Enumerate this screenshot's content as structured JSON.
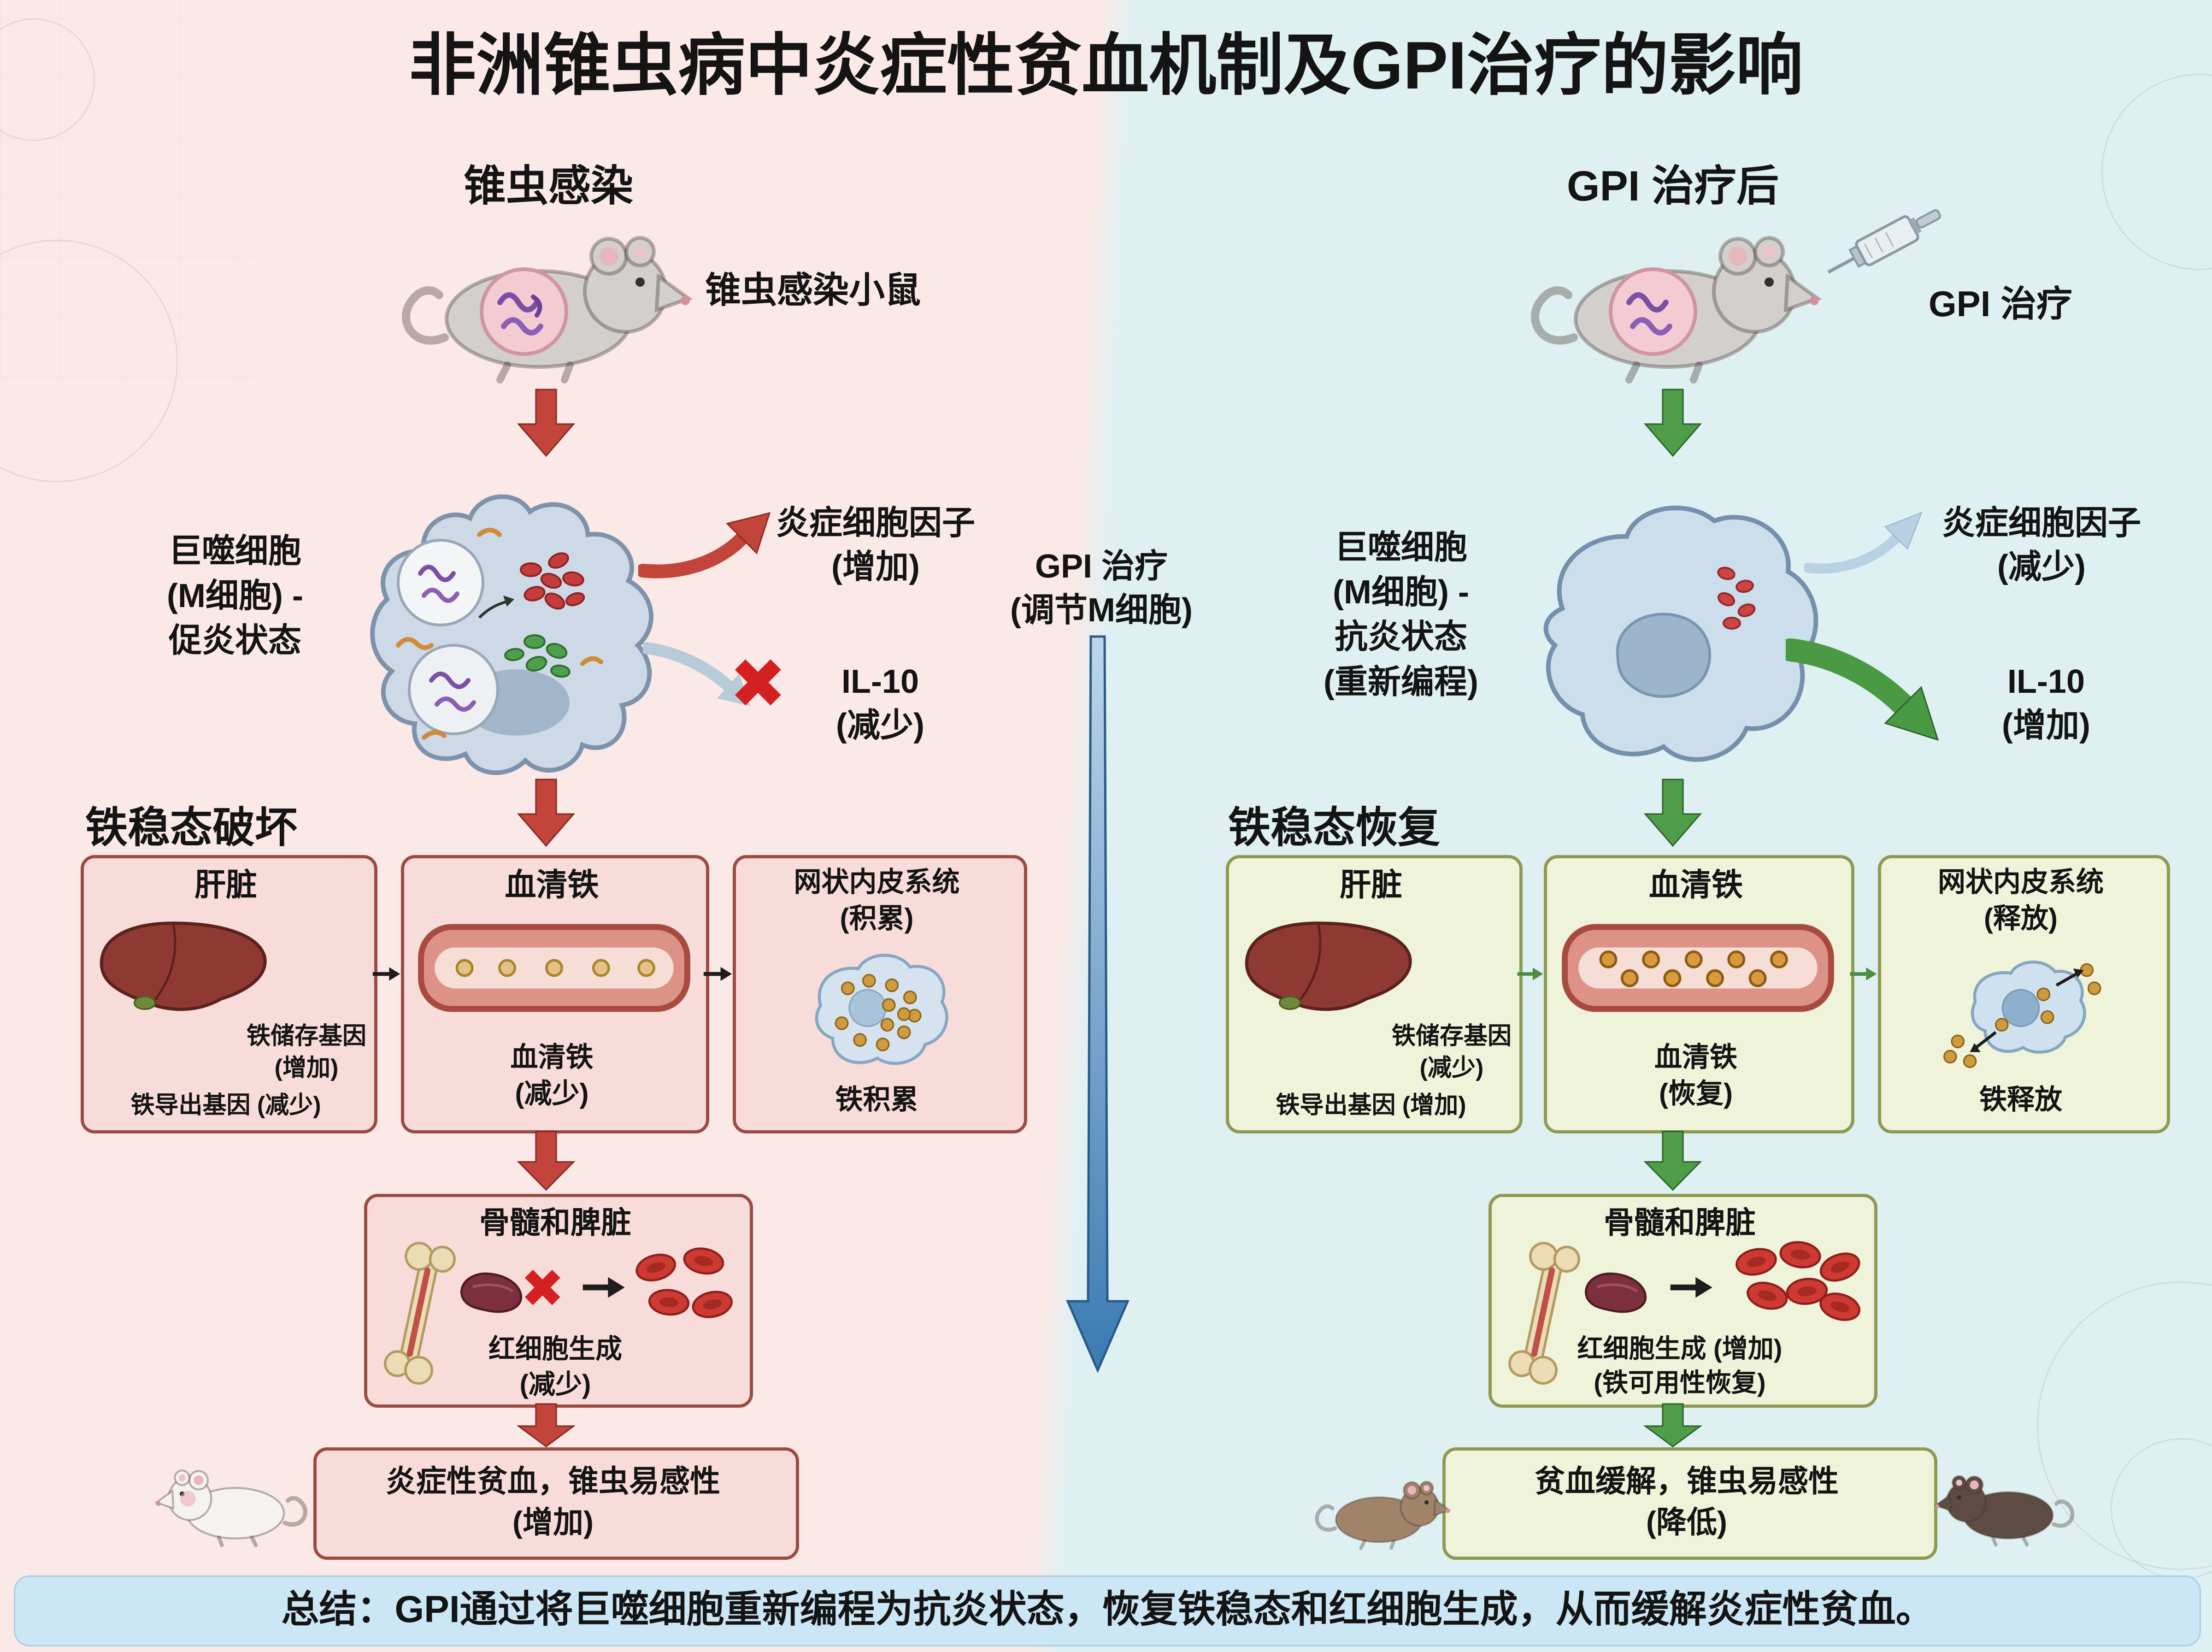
{
  "title": "非洲锥虫病中炎症性贫血机制及GPI治疗的影响",
  "center": {
    "gpi_arrow_label": "GPI 治疗\n(调节M细胞)"
  },
  "left": {
    "heading": "锥虫感染",
    "mouse_caption": "锥虫感染小鼠",
    "macrophage_label": "巨噬细胞\n(M细胞) -\n促炎状态",
    "cytokine_label": "炎症细胞因子\n(增加)",
    "il10_label": "IL-10\n(减少)",
    "iron_heading": "铁稳态破坏",
    "liver_box": {
      "title": "肝脏",
      "storage_gene": "铁储存基因\n(增加)",
      "export_gene": "铁导出基因 (减少)"
    },
    "serum_box": {
      "title": "血清铁",
      "caption": "血清铁\n(减少)"
    },
    "res_box": {
      "title": "网状内皮系统\n(积累)",
      "caption": "铁积累"
    },
    "marrow_box": {
      "title": "骨髓和脾脏",
      "caption": "红细胞生成\n(减少)"
    },
    "outcome": "炎症性贫血，锥虫易感性\n(增加)"
  },
  "right": {
    "heading": "GPI 治疗后",
    "mouse_caption": "GPI 治疗",
    "macrophage_label": "巨噬细胞\n(M细胞) -\n抗炎状态\n(重新编程)",
    "cytokine_label": "炎症细胞因子\n(减少)",
    "il10_label": "IL-10\n(增加)",
    "iron_heading": "铁稳态恢复",
    "liver_box": {
      "title": "肝脏",
      "storage_gene": "铁储存基因\n(减少)",
      "export_gene": "铁导出基因 (增加)"
    },
    "serum_box": {
      "title": "血清铁",
      "caption": "血清铁\n(恢复)"
    },
    "res_box": {
      "title": "网状内皮系统\n(释放)",
      "caption": "铁释放"
    },
    "marrow_box": {
      "title": "骨髓和脾脏",
      "caption": "红细胞生成 (增加)\n(铁可用性恢复)"
    },
    "outcome": "贫血缓解，锥虫易感性\n(降低)"
  },
  "summary": "总结：GPI通过将巨噬细胞重新编程为抗炎状态，恢复铁稳态和红细胞生成，从而缓解炎症性贫血。",
  "icons": {
    "x_mark": "✖"
  },
  "colors": {
    "left_bg": "#fbe9e7",
    "right_bg": "#dff0f2",
    "left_box_fill": "#f8dcd9",
    "left_box_border": "#9c4b43",
    "right_box_fill": "#eff3d9",
    "right_box_border": "#8d9b52",
    "red_arrow": "#c2443a",
    "green_arrow": "#4f9d49",
    "blue_arrow": "#3c7cb0",
    "summary_bg": "#cbe6f4"
  }
}
